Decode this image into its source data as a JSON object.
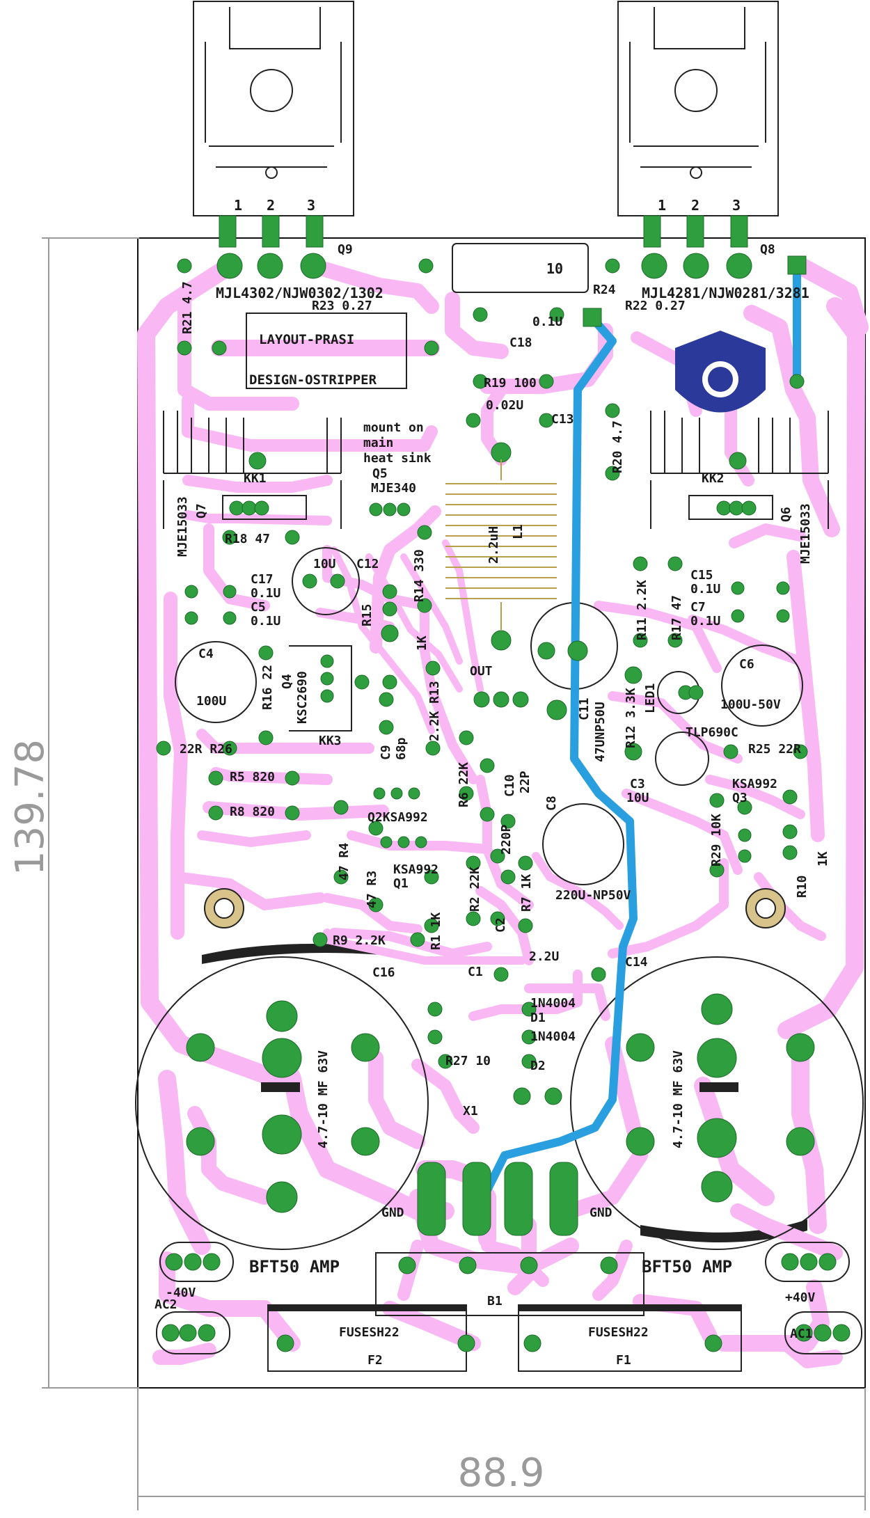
{
  "colors": {
    "trace": "#f9b8f4",
    "pad": "#2e9e3e",
    "jumper": "#2a9fe0",
    "silk": "#1a1a1a",
    "dimension": "#9a9a9a",
    "logo": "#2b3a9a"
  },
  "dimensions": {
    "width": "88.9",
    "height": "139.78"
  },
  "board": {
    "title_left": "BFT50 AMP",
    "title_right": "BFT50 AMP",
    "layout": "LAYOUT-PRASI",
    "design": "DESIGN-OSTRIPPER",
    "mount_note": [
      "mount on",
      "main",
      "heat sink"
    ],
    "out_label": "OUT",
    "gnd_left": "GND",
    "gnd_right": "GND",
    "neg_rail": "-40V",
    "pos_rail": "+40V",
    "ac2": "AC2",
    "ac1": "AC1",
    "b1": "B1",
    "x1": "X1",
    "pin_numbers": [
      "1",
      "2",
      "3"
    ]
  },
  "transistors": {
    "q9": {
      "ref": "Q9",
      "part": "MJL4302/NJW0302/1302"
    },
    "q8": {
      "ref": "Q8",
      "part": "MJL4281/NJW0281/3281"
    },
    "q7": {
      "ref": "Q7",
      "part": "MJE15033"
    },
    "q6": {
      "ref": "Q6",
      "part": "MJE15033"
    },
    "q5": {
      "ref": "Q5",
      "part": "MJE340"
    },
    "q4": {
      "ref": "Q4",
      "part": "KSC2690"
    },
    "q2": {
      "ref": "Q2",
      "part": "KSA992"
    },
    "q1": {
      "ref": "Q1",
      "part": "KSA992"
    },
    "q3": {
      "ref": "Q3",
      "part": "KSA992"
    }
  },
  "heatsinks": {
    "kk1": "KK1",
    "kk2": "KK2",
    "kk3": "KK3"
  },
  "resistors": {
    "r23": "R23 0.27",
    "r22": "R22 0.27",
    "r24_ref": "R24",
    "r24_val": "10",
    "r21": "R21 4.7",
    "r19": "R19 100",
    "r20": "R20 4.7",
    "r18": "R18 47",
    "r14": "R14 330",
    "r15": "R15",
    "r15_val": "1K",
    "r16": "R16 22",
    "r13": "2.2K R13",
    "r11": "R11 2.2K",
    "r17": "R17 47",
    "r12": "R12 3.3K",
    "r26": "22R R26",
    "r25": "R25 22R",
    "r5": "R5 820",
    "r8": "R8 820",
    "r6": "R6 22K",
    "r4": "47 R4",
    "r3": "47 R3",
    "r29": "R29 10K",
    "r10": "R10",
    "r10_val": "1K",
    "r9": "R9 2.2K",
    "r1": "R1 1K",
    "r2": "R2 22K",
    "r7": "R7 1K",
    "r27": "R27 10"
  },
  "capacitors": {
    "c18": "C18",
    "c18_val": "0.1U",
    "c13": "C13",
    "c13_val": "0.02U",
    "c12": "C12",
    "c12_val": "10U",
    "c17": "C17",
    "c17_val": "0.1U",
    "c5": "C5",
    "c5_val": "0.1U",
    "c15": "C15",
    "c15_val": "0.1U",
    "c7": "C7",
    "c7_val": "0.1U",
    "c4": "C4",
    "c4_val": "100U",
    "c6": "C6",
    "c6_val": "100U-50V",
    "c11": "C11",
    "c11_val": "47UNP50U",
    "c9": "C9",
    "c9_val": "68p",
    "c10": "C10",
    "c10_val": "22P",
    "c8": "C8",
    "c8_val": "220U-NP50V",
    "c3": "C3",
    "c3_val": "10U",
    "c2": "C2",
    "c2_val": "220P",
    "c1": "C1",
    "c1_val": "2.2U",
    "c16": "C16",
    "c16_val": "4.7-10 MF 63V",
    "c14": "C14",
    "c14_val": "4.7-10 MF 63V"
  },
  "misc": {
    "l1_ref": "L1",
    "l1_val": "2.2uH",
    "led1": "LED1",
    "tlp": "TLP690C",
    "d1_part": "1N4004",
    "d1_ref": "D1",
    "d2_part": "1N4004",
    "d2_ref": "D2",
    "f1_part": "FUSESH22",
    "f1_ref": "F1",
    "f2_part": "FUSESH22",
    "f2_ref": "F2"
  }
}
